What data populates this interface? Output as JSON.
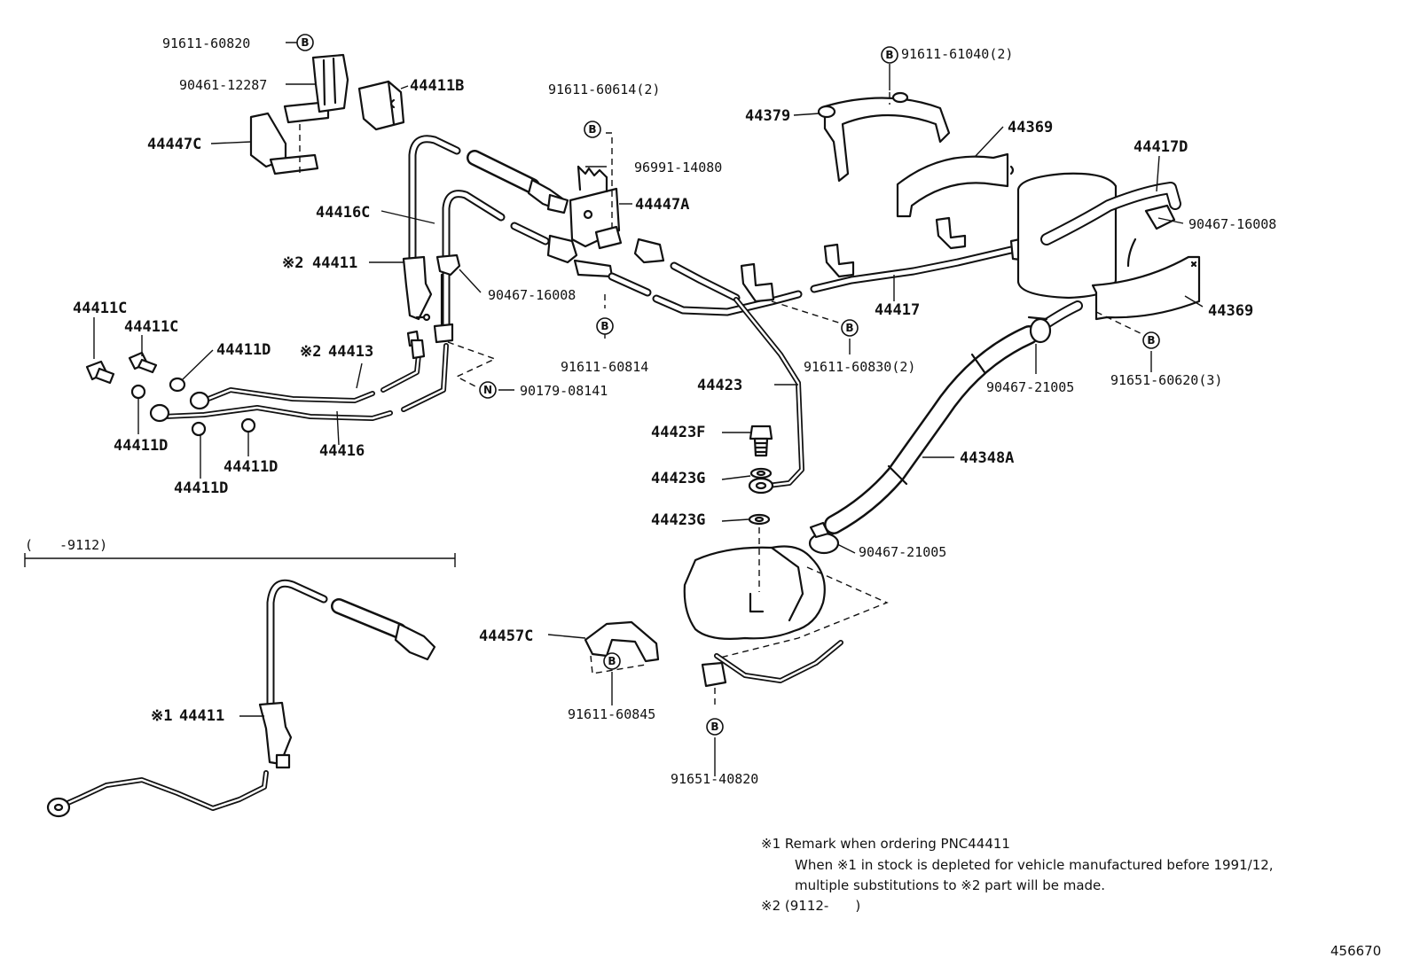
{
  "labels": {
    "p91611_60820": "91611-60820",
    "p90461_12287": "90461-12287",
    "p44411B": "44411B",
    "p44447C": "44447C",
    "p91611_60614": "91611-60614(2)",
    "p96991_14080": "96991-14080",
    "p44447A": "44447A",
    "p91611_61040": "91611-61040(2)",
    "p44379": "44379",
    "p44369_top": "44369",
    "p44417D": "44417D",
    "p90467_16008_r": "90467-16008",
    "p44416C": "44416C",
    "p44411_m2": "44411",
    "p90467_16008_m": "90467-16008",
    "p44411C_a": "44411C",
    "p44411C_b": "44411C",
    "p44411D_a": "44411D",
    "p44413": "44413",
    "p91611_60814": "91611-60814",
    "p91611_60830": "91611-60830(2)",
    "p44417": "44417",
    "p44369_bot": "44369",
    "p90467_21005_a": "90467-21005",
    "p91651_60620": "91651-60620(3)",
    "p90179_08141": "90179-08141",
    "p44423": "44423",
    "p44411D_b": "44411D",
    "p44416": "44416",
    "p44411D_c": "44411D",
    "p44411D_d": "44411D",
    "p44423F": "44423F",
    "p44348A": "44348A",
    "p44423G_a": "44423G",
    "p44423G_b": "44423G",
    "p90467_21005_b": "90467-21005",
    "p44457C": "44457C",
    "p91611_60845": "91611-60845",
    "p91651_40820": "91651-40820",
    "p44411_m1": "44411"
  },
  "marks": {
    "ref1": "※1",
    "ref2": "※2"
  },
  "badges": {
    "b": "B",
    "n": "N"
  },
  "period": {
    "bracket": "(　　-9112)"
  },
  "notes": {
    "line1": "※1 Remark when ordering PNC44411",
    "line2": "When ※1 in stock is depleted for vehicle manufactured before 1991/12,",
    "line3": "multiple substitutions to ※2 part will be made.",
    "line4": "※2 (9112-　　)"
  },
  "illustration_number": "456670"
}
